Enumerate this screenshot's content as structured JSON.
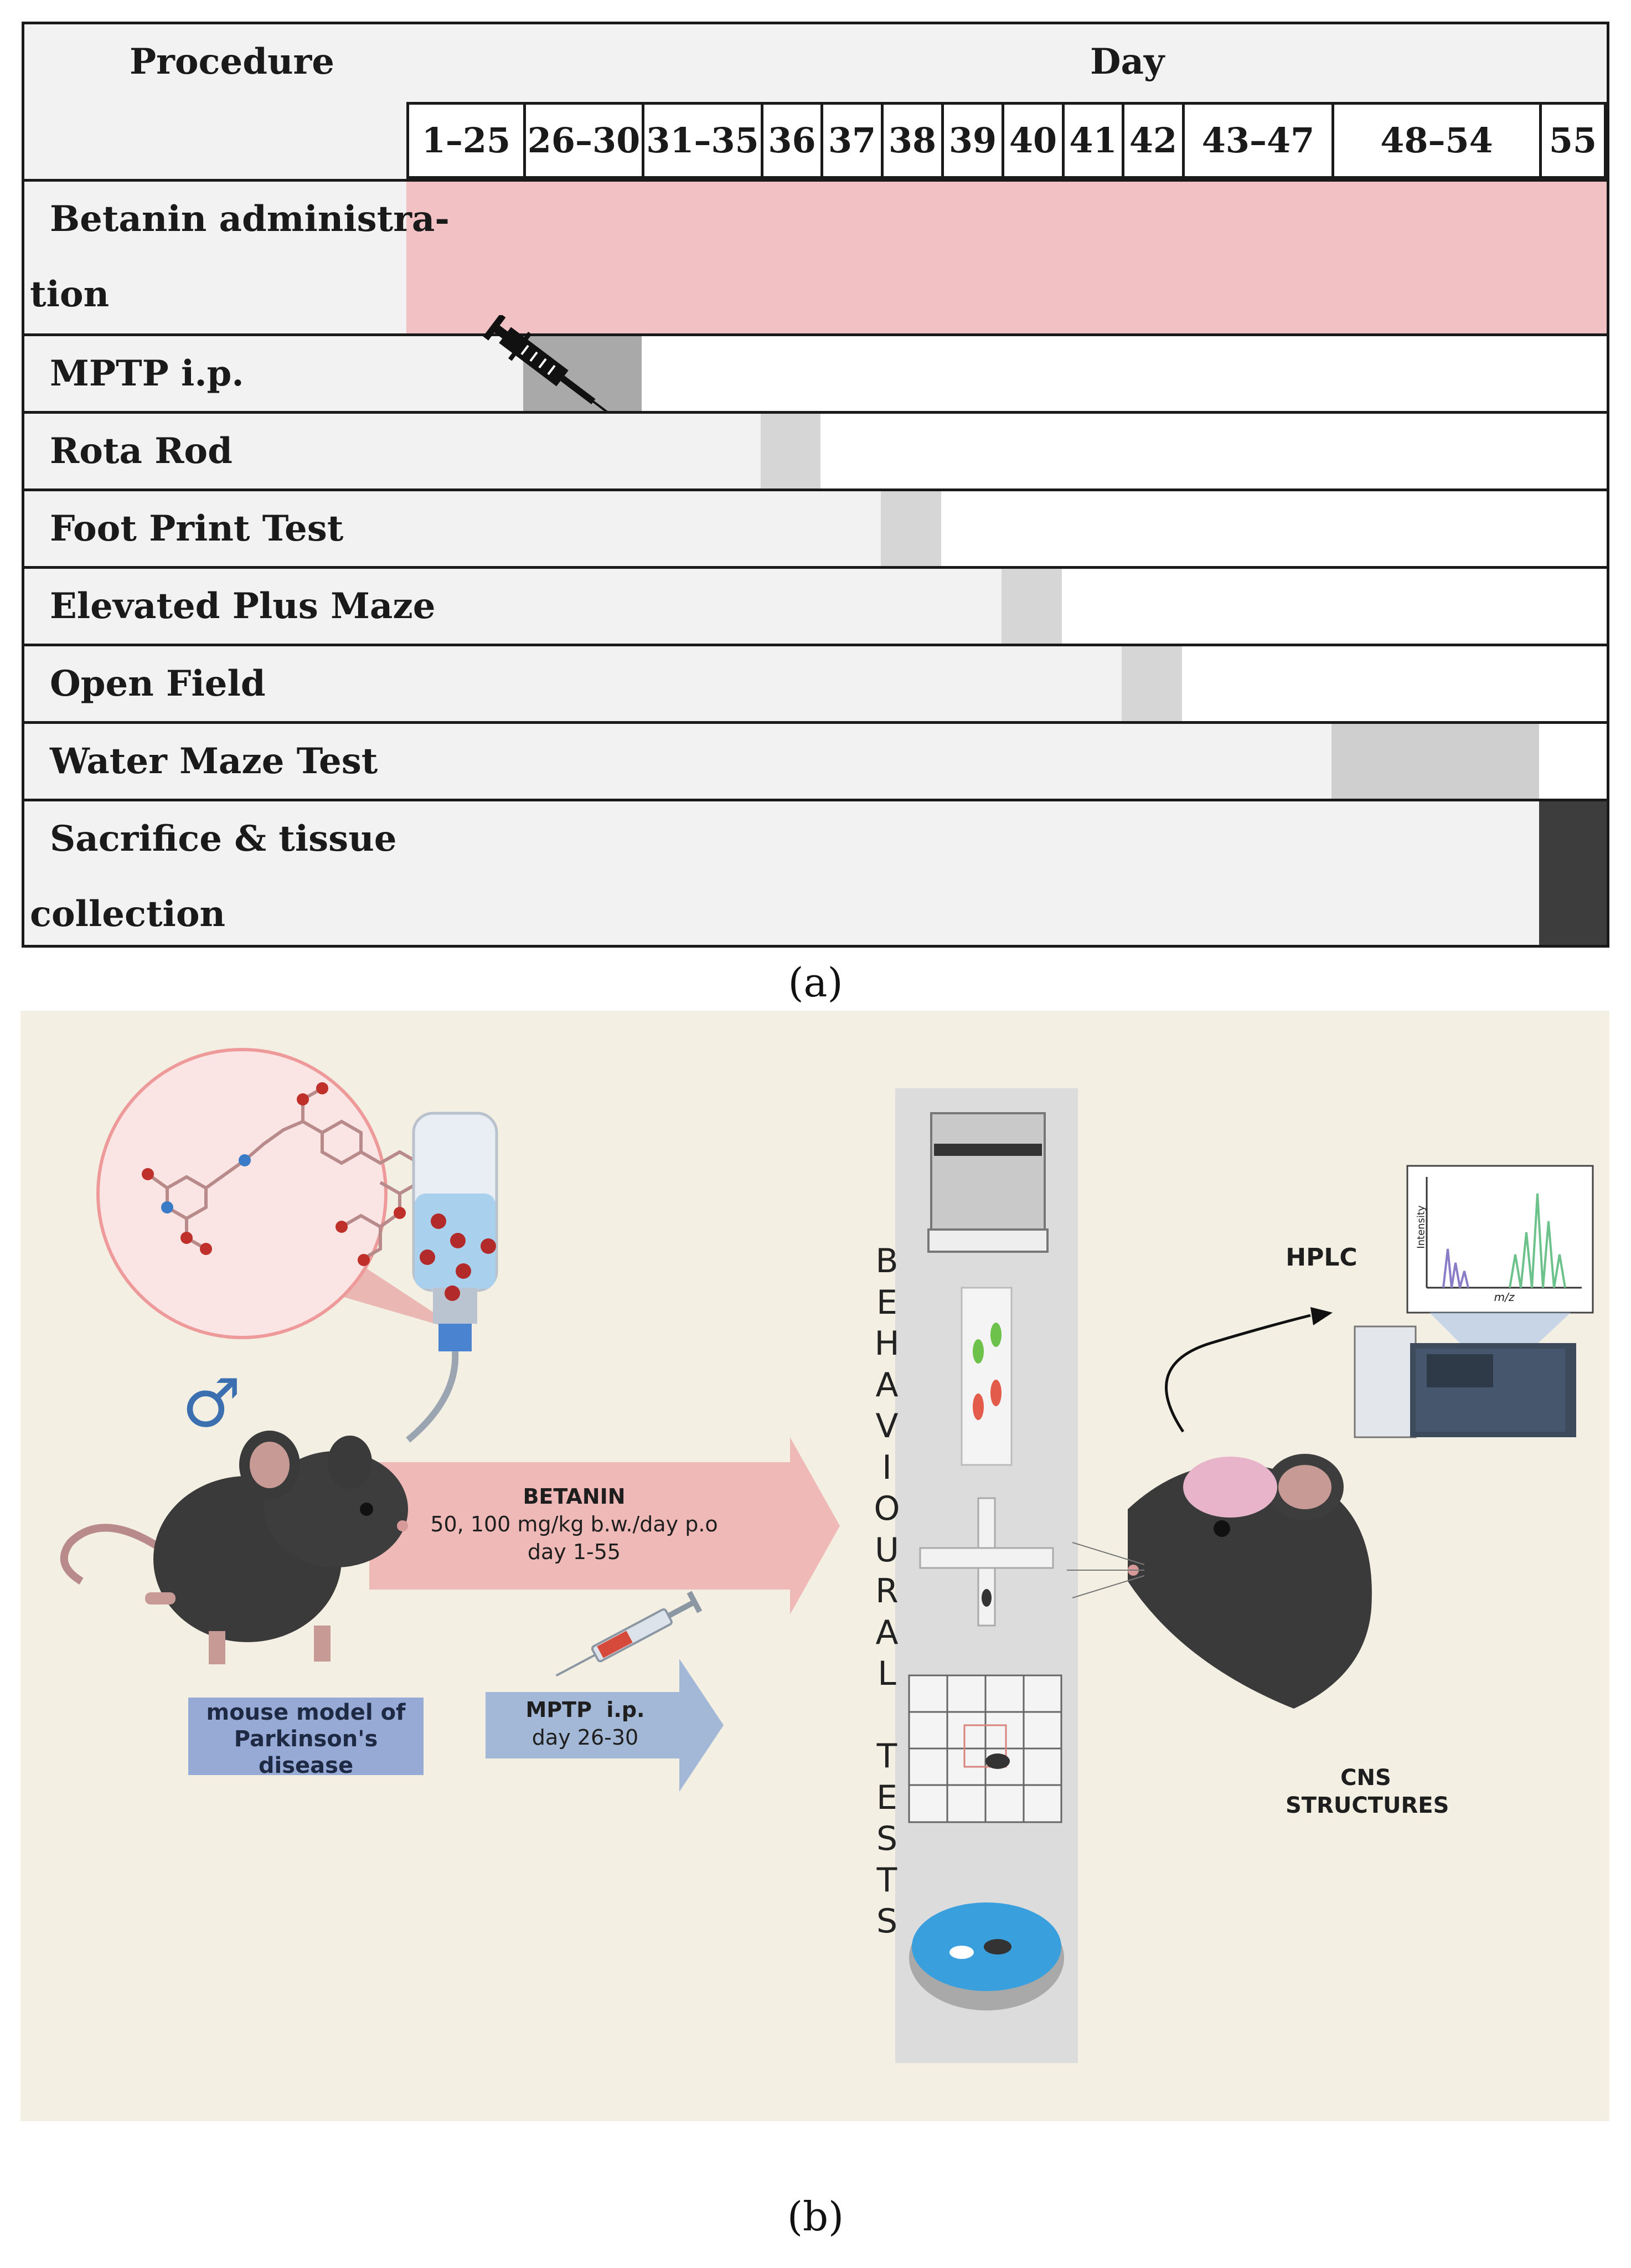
{
  "panel_a": {
    "header_procedure": "Procedure",
    "header_day": "Day",
    "day_columns": [
      "1–25",
      "26–30",
      "31–35",
      "36",
      "37",
      "38",
      "39",
      "40",
      "41",
      "42",
      "43–47",
      "48–54",
      "55"
    ],
    "rows": [
      {
        "label_line1": "Betanin   administra-",
        "label_line2": "tion",
        "span": "1–55"
      },
      {
        "label_line1": "MPTP i.p.",
        "label_line2": "",
        "span": "26–30"
      },
      {
        "label_line1": "Rota Rod",
        "label_line2": "",
        "span": "36"
      },
      {
        "label_line1": "Foot Print Test",
        "label_line2": "",
        "span": "38"
      },
      {
        "label_line1": "Elevated Plus Maze",
        "label_line2": "",
        "span": "40"
      },
      {
        "label_line1": "Open Field",
        "label_line2": "",
        "span": "42"
      },
      {
        "label_line1": "Water Maze Test",
        "label_line2": "",
        "span": "48–54"
      },
      {
        "label_line1": "Sacrifice & tissue",
        "label_line2": "collection",
        "span": "55"
      }
    ],
    "colors": {
      "betanin": "#f2c1c3",
      "mptp": "#a9a9a9",
      "test": "#d6d6d6",
      "water_maze": "#cfcfcf",
      "sacrifice": "#3d3d3d"
    },
    "caption": "(a)"
  },
  "panel_b": {
    "male_symbol": "♂",
    "mouse_label": "mouse model of Parkinson's disease",
    "betanin_title": "BETANIN",
    "betanin_dose": "50, 100 mg/kg b.w./day p.o",
    "betanin_days": "day 1-55",
    "mptp_title": "MPTP  i.p.",
    "mptp_days": "day 26-30",
    "vertical_text": [
      "B",
      "E",
      "H",
      "A",
      "V",
      "I",
      "O",
      "U",
      "R",
      "A",
      "L",
      "",
      "T",
      "E",
      "S",
      "T",
      "S"
    ],
    "hplc_label": "HPLC",
    "cns_label": "CNS STRUCTURES",
    "ms_y_label": "Intensity",
    "ms_x_label": "m/z",
    "colors": {
      "background": "#f4efe3",
      "betanin_arrow": "#eeb9b6",
      "mptp_arrow": "#a3b7d6",
      "mouse_label_box": "#97aad6",
      "test_column": "#dcdcdc",
      "mouse_fur": "#3a3a3a",
      "molecule_circle": "#fbe4e4",
      "betanin_drop": "#b22a2a"
    },
    "caption": "(b)"
  }
}
